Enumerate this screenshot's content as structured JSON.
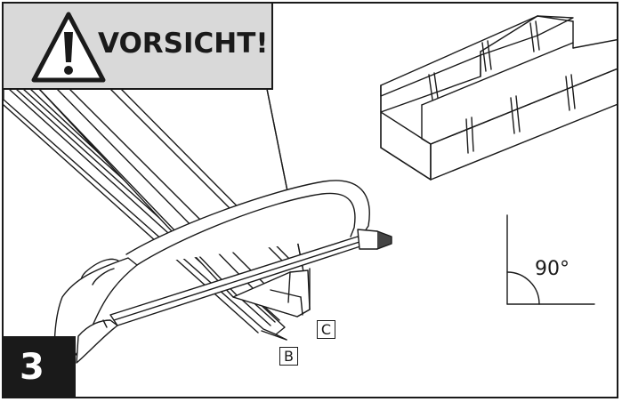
{
  "warning": {
    "text": "VORSICHT!",
    "icon": "exclamation-triangle-icon",
    "background_color": "#d9d9d9"
  },
  "step": {
    "number": "3"
  },
  "labels": {
    "part_b": "B",
    "part_c": "C"
  },
  "angle": {
    "text": "90°"
  },
  "illustration": {
    "objects": [
      "miter-box",
      "hacksaw",
      "profile-b",
      "profile-c",
      "right-angle-symbol"
    ]
  }
}
